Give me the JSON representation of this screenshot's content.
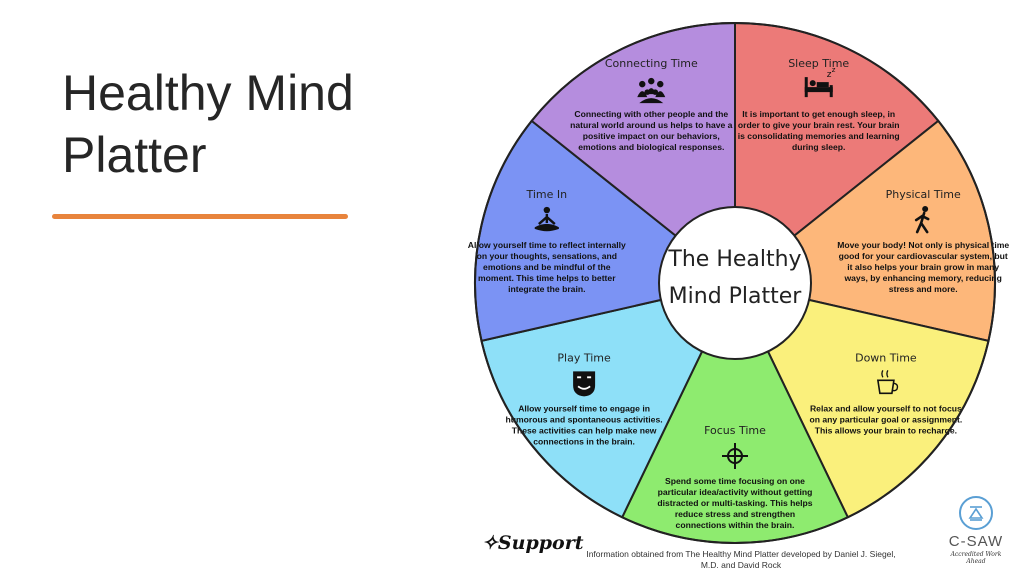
{
  "slide": {
    "title_line1": "Healthy Mind",
    "title_line2": "Platter",
    "accent_color": "#E8843C"
  },
  "platter": {
    "center_line1": "The Healthy",
    "center_line2": "Mind Platter",
    "segments": [
      {
        "title": "Sleep Time",
        "icon": "bed-sleep-icon",
        "color": "#EC7A78",
        "lines": [
          "It is important to get enough sleep, in",
          "order to give your brain rest. Your brain",
          "is consolidating memories and learning",
          "during sleep."
        ]
      },
      {
        "title": "Physical Time",
        "icon": "walking-person-icon",
        "color": "#FDB77A",
        "lines": [
          "Move your body! Not only is physical time",
          "good for your cardiovascular system, but",
          "it also helps your brain grow in many",
          "ways, by enhancing memory, reducing",
          "stress and more."
        ]
      },
      {
        "title": "Down Time",
        "icon": "coffee-cup-icon",
        "color": "#FAF07C",
        "lines": [
          "Relax and allow yourself to not focus",
          "on any particular goal or assignment.",
          "This allows your brain to recharge."
        ]
      },
      {
        "title": "Focus Time",
        "icon": "crosshair-target-icon",
        "color": "#8EEB6F",
        "lines": [
          "Spend some time focusing on one",
          "particular idea/activity without getting",
          "distracted or multi-tasking. This helps",
          "reduce stress and strengthen",
          "connections within the brain."
        ]
      },
      {
        "title": "Play Time",
        "icon": "theater-masks-icon",
        "color": "#8EE0F8",
        "lines": [
          "Allow yourself time to engage in",
          "humorous and spontaneous activities.",
          "These activities can help make new",
          "connections in the brain."
        ]
      },
      {
        "title": "Time In",
        "icon": "meditating-person-icon",
        "color": "#7B93F4",
        "lines": [
          "Allow yourself time to reflect internally",
          "on your thoughts, sensations, and",
          "emotions and be mindful of the",
          "moment. This time helps to better",
          "integrate the brain."
        ]
      },
      {
        "title": "Connecting Time",
        "icon": "people-group-icon",
        "color": "#B58DDE",
        "lines": [
          "Connecting with other people and the",
          "natural world around us helps to have a",
          "positive impact on our behaviors,",
          "emotions and biological responses."
        ]
      }
    ]
  },
  "branding": {
    "support_logo": "Support",
    "footer_line1": "Information obtained from The Healthy Mind Platter developed by Daniel J. Siegel,",
    "footer_line2": "M.D. and David Rock",
    "csaw_name": "C-SAW",
    "csaw_tagline": "Accredited Work Ahead"
  }
}
